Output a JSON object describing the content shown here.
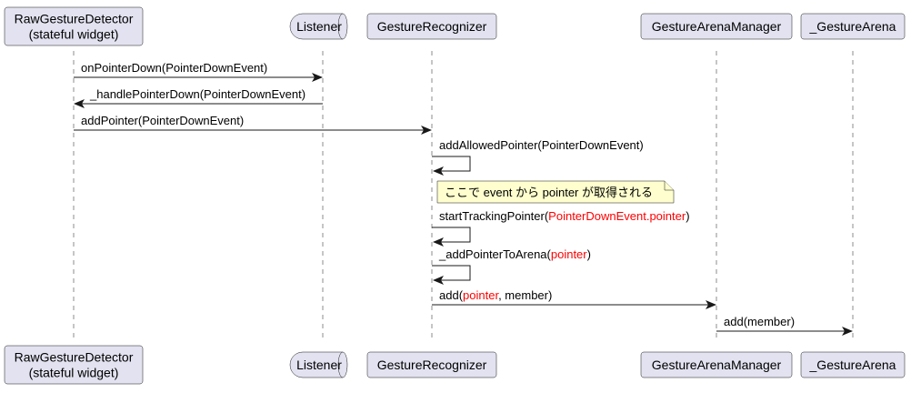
{
  "diagram": {
    "type": "sequence",
    "participants": [
      {
        "id": "raw",
        "kind": "box",
        "lines": [
          "RawGestureDetector",
          "(stateful widget)"
        ]
      },
      {
        "id": "listener",
        "kind": "queue",
        "lines": [
          "Listener"
        ]
      },
      {
        "id": "recognizer",
        "kind": "box",
        "lines": [
          "GestureRecognizer"
        ]
      },
      {
        "id": "arenaManager",
        "kind": "box",
        "lines": [
          "GestureArenaManager"
        ]
      },
      {
        "id": "arena",
        "kind": "box",
        "lines": [
          "_GestureArena"
        ]
      }
    ],
    "messages": [
      {
        "from": "raw",
        "to": "listener",
        "parts": [
          {
            "text": "onPointerDown(PointerDownEvent)"
          }
        ]
      },
      {
        "from": "listener",
        "to": "raw",
        "parts": [
          {
            "text": "_handlePointerDown(PointerDownEvent)"
          }
        ]
      },
      {
        "from": "raw",
        "to": "recognizer",
        "parts": [
          {
            "text": "addPointer(PointerDownEvent)"
          }
        ]
      },
      {
        "from": "recognizer",
        "to": "recognizer",
        "parts": [
          {
            "text": "addAllowedPointer(PointerDownEvent)"
          }
        ]
      },
      {
        "note": true,
        "over": "recognizer",
        "parts": [
          {
            "text": "ここで event から pointer が取得される"
          }
        ]
      },
      {
        "from": "recognizer",
        "to": "recognizer",
        "parts": [
          {
            "text": "startTrackingPointer("
          },
          {
            "text": "PointerDownEvent.pointer",
            "highlight": true
          },
          {
            "text": ")"
          }
        ]
      },
      {
        "from": "recognizer",
        "to": "recognizer",
        "parts": [
          {
            "text": "_addPointerToArena("
          },
          {
            "text": "pointer",
            "highlight": true
          },
          {
            "text": ")"
          }
        ]
      },
      {
        "from": "recognizer",
        "to": "arenaManager",
        "parts": [
          {
            "text": "add("
          },
          {
            "text": "pointer",
            "highlight": true
          },
          {
            "text": ", member)"
          }
        ]
      },
      {
        "from": "arenaManager",
        "to": "arena",
        "parts": [
          {
            "text": "add(member)"
          }
        ]
      }
    ],
    "colors": {
      "participant_fill": "#e2e2f0",
      "note_fill": "#fefece",
      "highlight": "#ff0000",
      "line": "#181818"
    }
  }
}
